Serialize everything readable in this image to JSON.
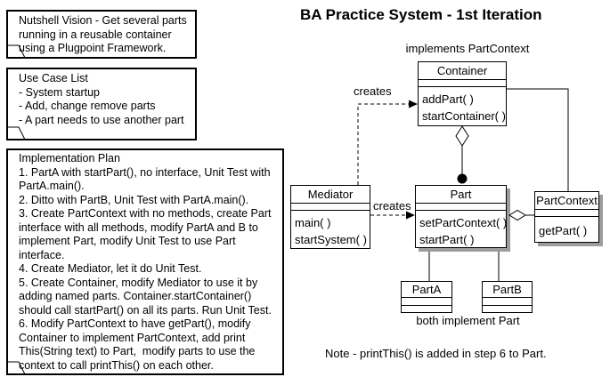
{
  "title": "BA Practice System - 1st Iteration",
  "colors": {
    "shadow": "#9c9c9c",
    "line": "#000000",
    "background": "#ffffff"
  },
  "notes": {
    "nutshell_vision": "Nutshell Vision - Get several parts\nrunning in a reusable container\nusing a Plugpoint Framework.",
    "use_case_list": "Use Case List\n- System startup\n- Add, change remove parts\n- A part needs to use another part",
    "implementation_plan": "Implementation Plan\n1. PartA with startPart(), no interface, Unit Test with\nPartA.main().\n2. Ditto with PartB, Unit Test with PartA.main().\n3. Create PartContext with no methods, create Part\ninterface with all methods, modify PartA and B to\nimplement Part, modify Unit Test to use Part\ninterface.\n4. Create Mediator, let it do Unit Test.\n5. Create Container, modify Mediator to use it by\nadding named parts. Container.startContainer()\nshould call startPart() on all its parts. Run Unit Test.\n6. Modify PartContext to have getPart(), modify\nContainer to implement PartContext, add print\nThis(String text) to Part,  modify parts to use the\ncontext to call printThis() on each other."
  },
  "labels": {
    "implements_part_context": "implements PartContext",
    "creates_container": "creates",
    "creates_part": "creates",
    "both_implement_part": "both implement Part",
    "footnote": "Note - printThis() is added in step 6 to Part."
  },
  "classes": {
    "container": {
      "name": "Container",
      "methods": [
        "addPart( )",
        "startContainer( )"
      ]
    },
    "mediator": {
      "name": "Mediator",
      "methods": [
        "main( )",
        "startSystem( )"
      ]
    },
    "part": {
      "name": "Part",
      "methods": [
        "setPartContext( )",
        "startPart( )"
      ]
    },
    "part_context": {
      "name": "PartContext",
      "methods": [
        "getPart( )"
      ]
    },
    "part_a": {
      "name": "PartA"
    },
    "part_b": {
      "name": "PartB"
    }
  }
}
